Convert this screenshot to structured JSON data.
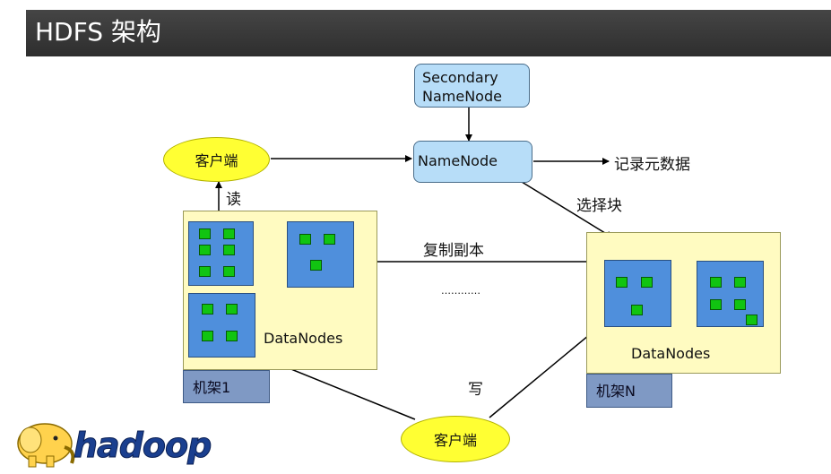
{
  "header": {
    "title": "HDFS 架构"
  },
  "nodes": {
    "secondary": "Secondary NameNode",
    "secondary_line1": "Secondary",
    "secondary_line2": "NameNode",
    "namenode": "NameNode",
    "client_top": "客户端",
    "client_bottom": "客户端"
  },
  "labels": {
    "metadata": "记录元数据",
    "read": "读",
    "write": "写",
    "choose_block": "选择块",
    "replicate": "复制副本",
    "dots": "…………",
    "datanodes_left": "DataNodes",
    "datanodes_right": "DataNodes"
  },
  "racks": {
    "left": "机架1",
    "right": "机架N"
  },
  "logo": {
    "text": "hadoop"
  },
  "colors": {
    "title_bar": "#3a3a3a",
    "client": "#ffff33",
    "namenode": "#b7ddf8",
    "rack": "#fffbc1",
    "rack_label": "#7f99c4",
    "datanode_box": "#4f8fdc",
    "block": "#11c411"
  }
}
